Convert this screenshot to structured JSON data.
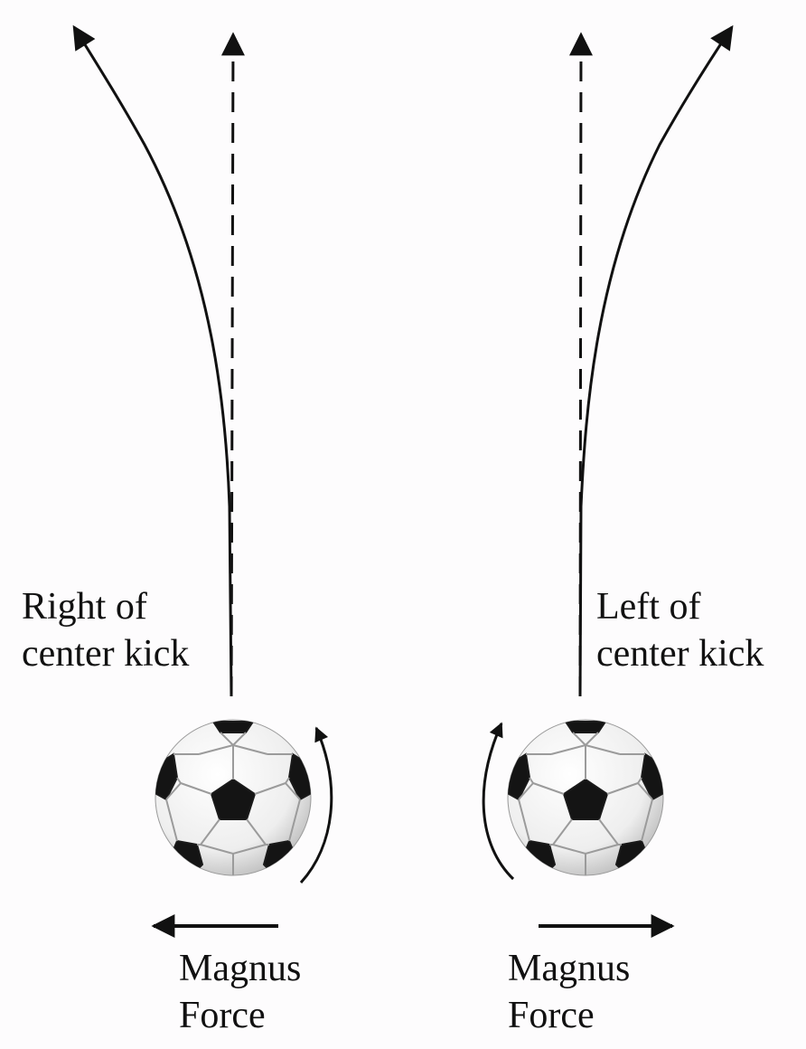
{
  "labels": {
    "right_kick": {
      "line1": "Right of",
      "line2": "center kick"
    },
    "left_kick": {
      "line1": "Left of",
      "line2": "center kick"
    },
    "force_left": {
      "line1": "Magnus",
      "line2": "Force"
    },
    "force_right": {
      "line1": "Magnus",
      "line2": "Force"
    }
  },
  "colors": {
    "ink": "#111111",
    "background": "#fdfcfd",
    "ball_white": "#f4f4f4",
    "ball_black": "#141414"
  },
  "icons": {
    "ball": "soccer-ball-icon",
    "spin": "curved-spin-arrow-icon",
    "force": "horizontal-arrow-icon"
  }
}
